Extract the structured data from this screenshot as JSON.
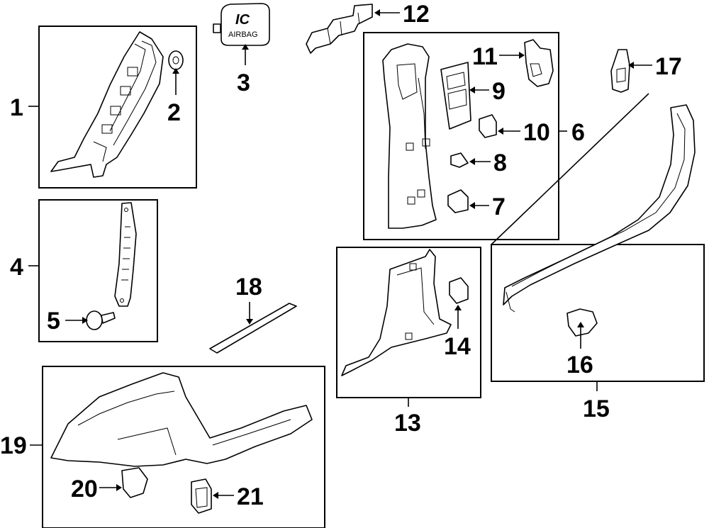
{
  "badge": {
    "logo": "IC",
    "text": "AIRBAG"
  },
  "callouts": [
    {
      "id": "1",
      "label": "1"
    },
    {
      "id": "2",
      "label": "2"
    },
    {
      "id": "3",
      "label": "3"
    },
    {
      "id": "4",
      "label": "4"
    },
    {
      "id": "5",
      "label": "5"
    },
    {
      "id": "6",
      "label": "6"
    },
    {
      "id": "7",
      "label": "7"
    },
    {
      "id": "8",
      "label": "8"
    },
    {
      "id": "9",
      "label": "9"
    },
    {
      "id": "10",
      "label": "10"
    },
    {
      "id": "11",
      "label": "11"
    },
    {
      "id": "12",
      "label": "12"
    },
    {
      "id": "13",
      "label": "13"
    },
    {
      "id": "14",
      "label": "14"
    },
    {
      "id": "15",
      "label": "15"
    },
    {
      "id": "16",
      "label": "16"
    },
    {
      "id": "17",
      "label": "17"
    },
    {
      "id": "18",
      "label": "18"
    },
    {
      "id": "19",
      "label": "19"
    },
    {
      "id": "20",
      "label": "20"
    },
    {
      "id": "21",
      "label": "21"
    }
  ]
}
